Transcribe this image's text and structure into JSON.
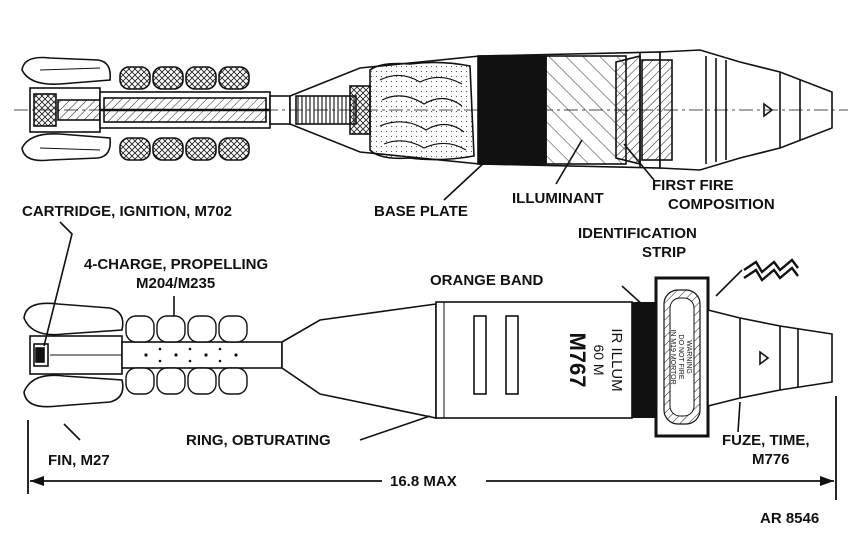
{
  "labels": {
    "base_plate": "BASE PLATE",
    "illuminant": "ILLUMINANT",
    "first_fire_line1": "FIRST FIRE",
    "first_fire_line2": "COMPOSITION",
    "cartridge": "CARTRIDGE, IGNITION, M702",
    "charge_line1": "4-CHARGE, PROPELLING",
    "charge_line2": "M204/M235",
    "orange_band": "ORANGE BAND",
    "ident_line1": "IDENTIFICATION",
    "ident_line2": "STRIP",
    "ring": "RING, OBTURATING",
    "fin": "FIN, M27",
    "fuze_line1": "FUZE, TIME,",
    "fuze_line2": "M776",
    "length": "16.8 MAX",
    "ref": "AR 8546"
  },
  "body_marking": {
    "line1": "IR ILLUM",
    "line2": "60 M",
    "model": "M767"
  },
  "warning_plate": {
    "line1": "WARNING",
    "line2": "DO NOT FIRE",
    "line3": "IN M19 MORTOR"
  },
  "colors": {
    "ink": "#111111",
    "paper": "#ffffff",
    "band": "#111111"
  }
}
